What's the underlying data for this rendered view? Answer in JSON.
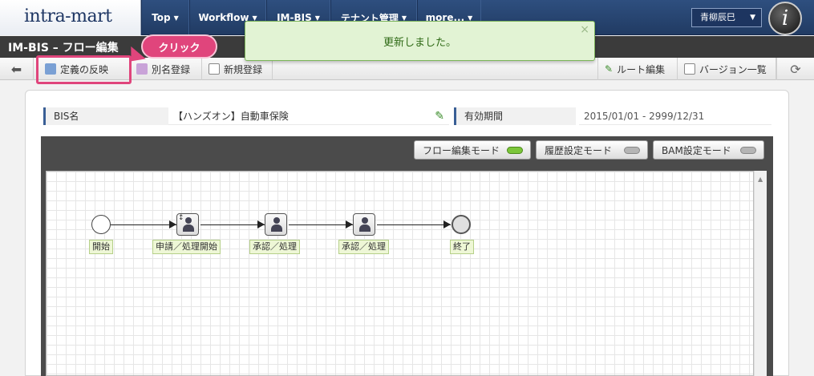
{
  "nav": {
    "logo": "intra-mart",
    "items": [
      {
        "label": "Top"
      },
      {
        "label": "Workflow"
      },
      {
        "label": "IM-BIS"
      },
      {
        "label": "テナント管理"
      },
      {
        "label": "more..."
      }
    ],
    "user": "青柳辰巳"
  },
  "page": {
    "title": "IM-BIS – フロー編集"
  },
  "toast": {
    "message": "更新しました。",
    "close": "×"
  },
  "callout": {
    "text": "クリック"
  },
  "toolbar": {
    "apply": "定義の反映",
    "alias": "別名登録",
    "new": "新規登録",
    "route_edit": "ルート編集",
    "version_list": "バージョン一覧"
  },
  "info": {
    "bis_label": "BIS名",
    "bis_value": "【ハンズオン】自動車保険",
    "period_label": "有効期間",
    "period_value": "2015/01/01 - 2999/12/31"
  },
  "modes": [
    {
      "label": "フロー編集モード",
      "active": true
    },
    {
      "label": "履歴設定モード",
      "active": false
    },
    {
      "label": "BAM設定モード",
      "active": false
    }
  ],
  "flow": {
    "nodes": [
      {
        "label": "開始"
      },
      {
        "label": "申請／処理開始"
      },
      {
        "label": "承認／処理"
      },
      {
        "label": "承認／処理"
      },
      {
        "label": "終了"
      }
    ]
  },
  "colors": {
    "accent": "#e0457c",
    "led_on": "#7cc63a",
    "led_off": "#aaaaaa"
  }
}
